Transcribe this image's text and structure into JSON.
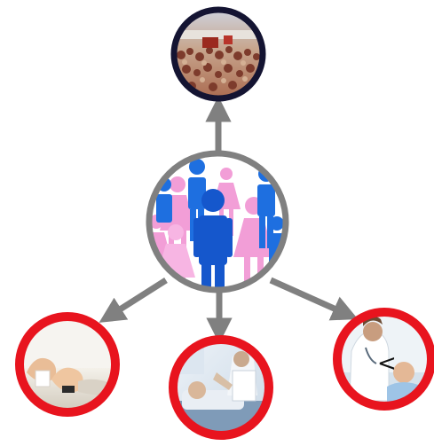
{
  "diagram": {
    "center_node": {
      "name": "population-node",
      "icon": "people-male-female-icon",
      "border_color": "#808080"
    },
    "top_node": {
      "name": "crowd-photo-node",
      "icon": "crowd-photo-icon",
      "border_color": "#141432"
    },
    "bottom_nodes": [
      {
        "name": "patient-feet-node",
        "icon": "patient-feet-photo-icon",
        "border_color": "#e8141e"
      },
      {
        "name": "doctor-bedside-node",
        "icon": "doctor-bedside-photo-icon",
        "border_color": "#e8141e"
      },
      {
        "name": "doctor-consult-node",
        "icon": "doctor-consult-photo-icon",
        "border_color": "#e8141e",
        "marker_text": "<"
      }
    ],
    "arrow_color": "#808080"
  }
}
